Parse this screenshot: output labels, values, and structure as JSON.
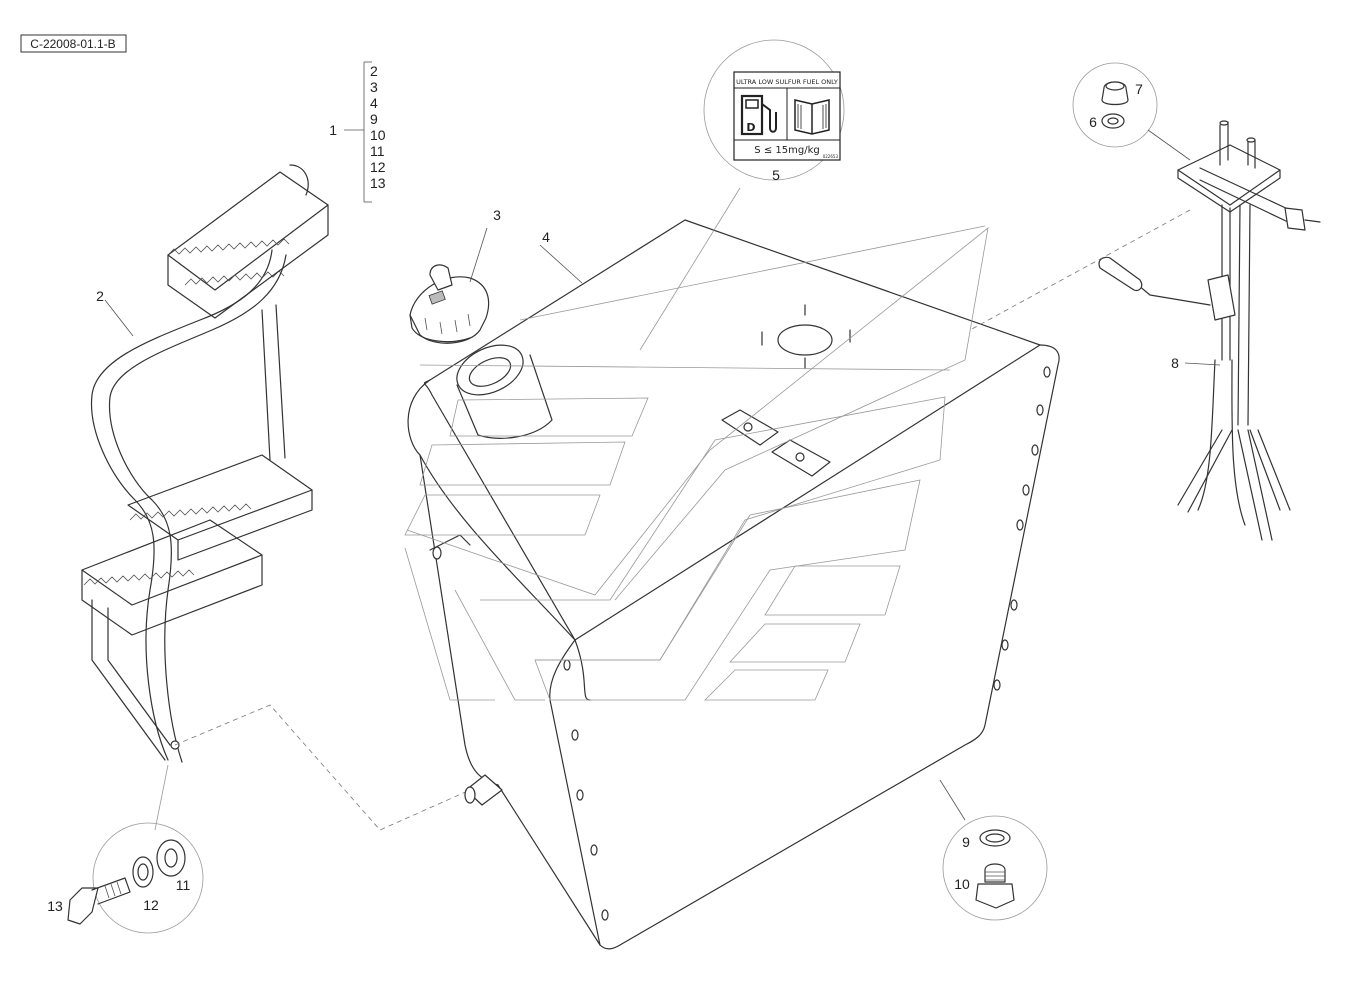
{
  "drawing_ref": "C-22008-01.1-B",
  "kit": {
    "number": "1",
    "components": [
      "2",
      "3",
      "4",
      "9",
      "10",
      "11",
      "12",
      "13"
    ]
  },
  "decal": {
    "header": "ULTRA LOW SULFUR FUEL ONLY",
    "fuel_letter": "D",
    "spec": "S ≤ 15mg/kg",
    "code": "022653"
  },
  "callouts": {
    "step": "2",
    "cap": "3",
    "tank": "4",
    "decal": "5",
    "washer_6": "6",
    "grommet_7": "7",
    "sender": "8",
    "seal_9": "9",
    "plug_10": "10",
    "washer_11": "11",
    "lockwasher_12": "12",
    "bolt_13": "13"
  }
}
